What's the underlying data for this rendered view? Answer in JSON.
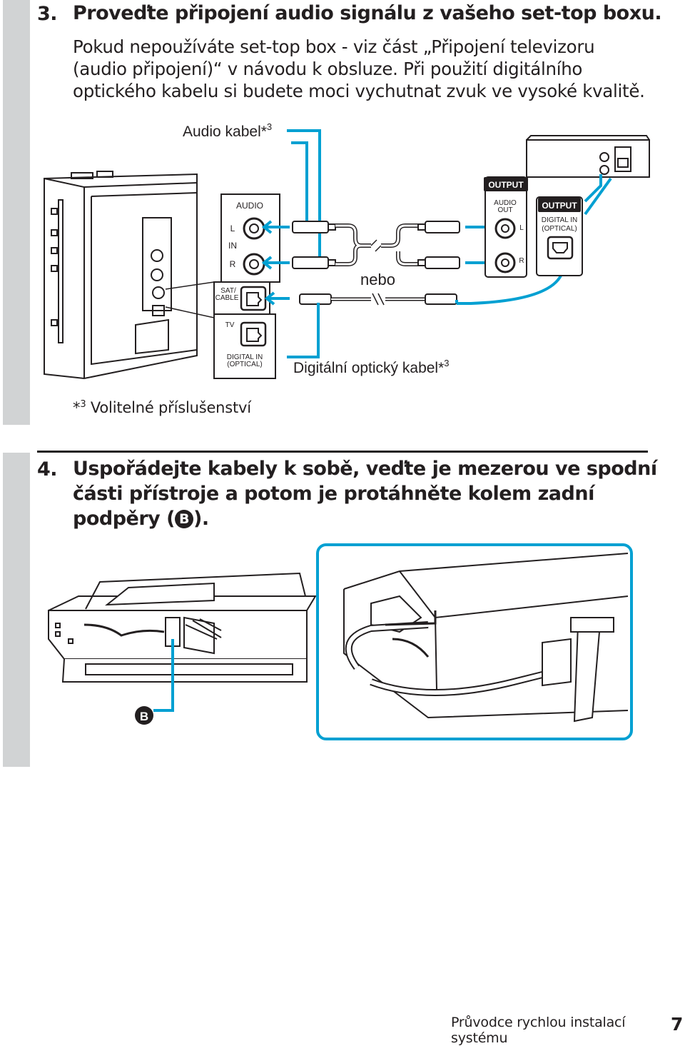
{
  "step3": {
    "number": "3.",
    "title": "Proveďte připojení audio signálu z vašeho set-top boxu.",
    "body": [
      "Pokud nepoužíváte set-top box - viz část „Připojení televizoru",
      "(audio připojení)“ v návodu k obsluze. Při použití digitálního",
      "optického kabelu si budete moci vychutnat zvuk ve vysoké kvalitě."
    ]
  },
  "diagram": {
    "audio_cable_label": "Audio kabel*",
    "audio_cable_note_mark": "3",
    "optical_cable_label": "Digitální optický kabel*",
    "optical_cable_note_mark": "3",
    "or_label": "nebo",
    "receiver_panel": {
      "audio": "AUDIO",
      "left": "L",
      "in": "IN",
      "right": "R",
      "sat_cable_line1": "SAT/",
      "sat_cable_line2": "CABLE",
      "tv": "TV",
      "digital_in_line1": "DIGITAL IN",
      "digital_in_line2": "(OPTICAL)"
    },
    "settop_panel": {
      "output": "OUTPUT",
      "audio_out_line1": "AUDIO",
      "audio_out_line2": "OUT",
      "left": "L",
      "right": "R",
      "output_optical": "OUTPUT",
      "digital_in_line1": "DIGITAL IN",
      "digital_in_line2": "(OPTICAL)"
    },
    "footnote_mark": "3",
    "footnote": "Volitelné příslušenství"
  },
  "step4": {
    "number": "4.",
    "title_lines": [
      "Uspořádejte kabely k sobě, veďte je mezerou ve spodní",
      "části přístroje a potom je protáhněte kolem zadní",
      "podpěry ("
    ],
    "title_end": ").",
    "marker": "B"
  },
  "footer": {
    "text": "Průvodce rychlou instalací systému",
    "page": "7"
  },
  "colors": {
    "accent_cyan": "#00a0d2",
    "sidebar_gray": "#d1d3d4",
    "ink": "#231f20"
  }
}
